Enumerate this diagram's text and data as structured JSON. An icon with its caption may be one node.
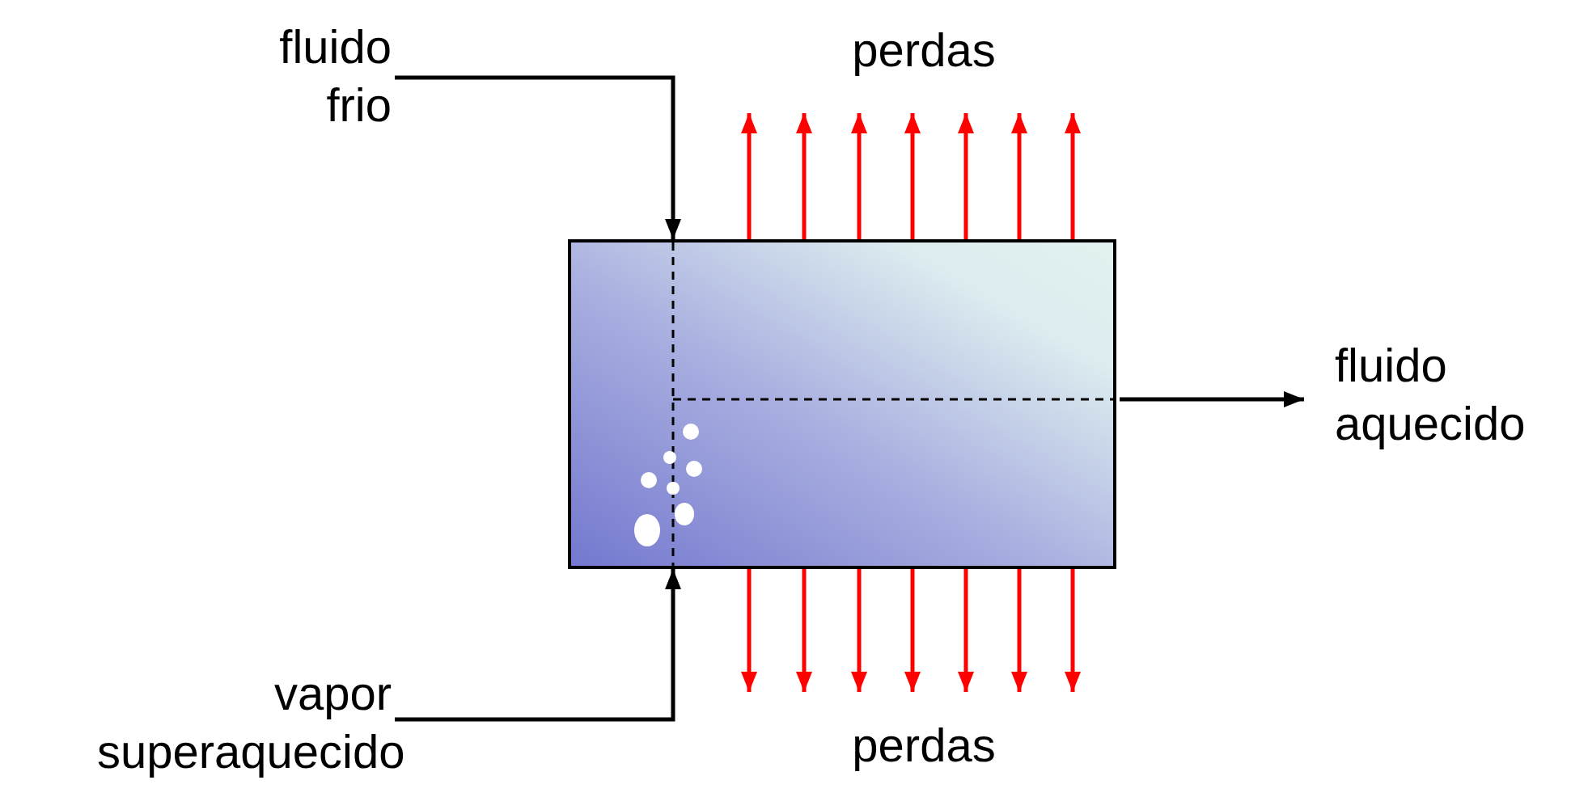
{
  "diagram": {
    "nodes": [
      {
        "text": [
          "fluido frio"
        ]
      },
      {
        "text": [],
        "shape": "box"
      },
      {
        "text": [
          "vapor superaquecido"
        ]
      },
      {
        "text": [
          "fluido aquecido"
        ]
      }
    ],
    "edges": [
      {
        "from": 0,
        "to": 1,
        "arrow": "to",
        "color": "#000000"
      },
      {
        "from": 2,
        "to": 1,
        "arrow": "to",
        "color": "#000000"
      },
      {
        "from": 1,
        "to": 3,
        "arrow": "to",
        "color": "#000000"
      },
      {
        "from": 1,
        "to": null,
        "arrow": "to",
        "color": "#ff0000"
      },
      {
        "from": 1,
        "to": null,
        "arrow": "to",
        "color": "#ff0000"
      },
      {
        "from": 1,
        "to": null,
        "arrow": "to",
        "color": "#ff0000"
      },
      {
        "from": 1,
        "to": null,
        "arrow": "to",
        "color": "#ff0000"
      },
      {
        "from": 1,
        "to": null,
        "arrow": "to",
        "color": "#ff0000"
      },
      {
        "from": 1,
        "to": null,
        "arrow": "to",
        "color": "#ff0000"
      },
      {
        "from": 1,
        "to": null,
        "arrow": "to",
        "color": "#ff0000"
      },
      {
        "from": 1,
        "to": null,
        "arrow": "to",
        "color": "#ff0000"
      },
      {
        "from": 1,
        "to": null,
        "arrow": "to",
        "color": "#ff0000"
      },
      {
        "from": 1,
        "to": null,
        "arrow": "to",
        "color": "#ff0000"
      },
      {
        "from": 1,
        "to": null,
        "arrow": "to",
        "color": "#ff0000"
      },
      {
        "from": 1,
        "to": null,
        "arrow": "to",
        "color": "#ff0000"
      },
      {
        "from": 1,
        "to": null,
        "arrow": "to",
        "color": "#ff0000"
      },
      {
        "from": 1,
        "to": null,
        "arrow": "to",
        "color": "#ff0000"
      }
    ],
    "labels": [
      "perdas",
      "perdas"
    ]
  }
}
